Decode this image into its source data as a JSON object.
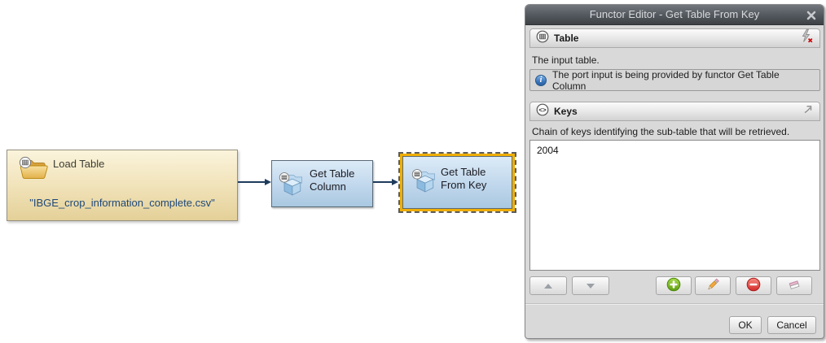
{
  "colors": {
    "selection_outline": "#efae00",
    "node_blue_top": "#dcebf7",
    "node_blue_bottom": "#a9c8e1",
    "node_tan_top": "#fbf4dc",
    "node_tan_bottom": "#e4d098",
    "arrow": "#1d3b5c",
    "titlebar": "#4a4f55",
    "info_icon_blue": "#3a76bd"
  },
  "canvas": {
    "load_table_node": {
      "title": "Load Table",
      "filename": "\"IBGE_crop_information_complete.csv\"",
      "icon": "folder-table-icon"
    },
    "get_table_column_node": {
      "line1": "Get Table",
      "line2": "Column",
      "icon": "cube-table-icon"
    },
    "get_table_from_key_node": {
      "line1": "Get Table",
      "line2": "From Key",
      "icon": "cube-table-icon",
      "selected": true
    }
  },
  "dialog": {
    "title": "Functor Editor - Get Table From Key",
    "close_icon": "close-icon",
    "table_section": {
      "label": "Table",
      "header_icon": "table-grid-icon",
      "action_icon": "disconnect-binding-icon",
      "description": "The input table.",
      "info_icon_glyph": "i",
      "info_message": "The port input is being provided by functor Get Table Column"
    },
    "keys_section": {
      "label": "Keys",
      "header_icon": "code-keys-icon",
      "keys_icon_glyph": "<>",
      "action_icon": "popout-icon",
      "description": "Chain of keys identifying the sub-table that will be retrieved.",
      "items": [
        "2004"
      ]
    },
    "list_toolbar": {
      "move_up_icon": "arrow-up-icon",
      "move_down_icon": "arrow-down-icon",
      "add_icon": "add-icon",
      "edit_icon": "edit-pencil-icon",
      "remove_icon": "remove-icon",
      "clear_icon": "eraser-icon"
    },
    "footer": {
      "ok_label": "OK",
      "cancel_label": "Cancel"
    }
  }
}
